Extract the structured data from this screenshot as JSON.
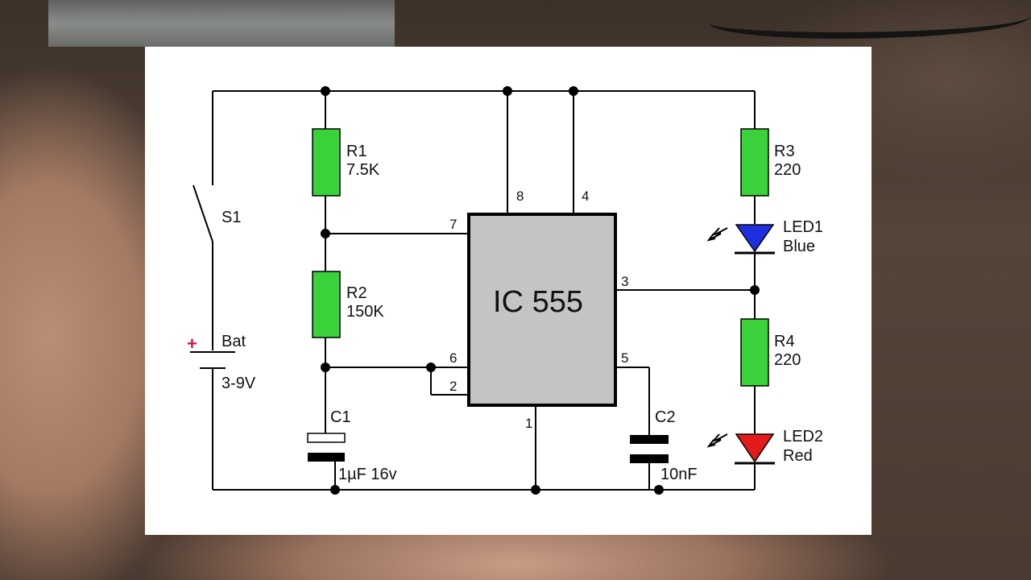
{
  "ic": {
    "label": "IC 555",
    "pins": {
      "p8": "8",
      "p4": "4",
      "p7": "7",
      "p6": "6",
      "p2": "2",
      "p1": "1",
      "p3": "3",
      "p5": "5"
    }
  },
  "resistors": [
    {
      "name": "R1",
      "value": "7.5K"
    },
    {
      "name": "R2",
      "value": "150K"
    },
    {
      "name": "R3",
      "value": "220"
    },
    {
      "name": "R4",
      "value": "220"
    }
  ],
  "capacitors": [
    {
      "name": "C1",
      "value": "1µF 16v"
    },
    {
      "name": "C2",
      "value": "10nF"
    }
  ],
  "leds": [
    {
      "name": "LED1",
      "color_label": "Blue",
      "color": "#1f2fe0"
    },
    {
      "name": "LED2",
      "color_label": "Red",
      "color": "#e31b1b"
    }
  ],
  "switch": {
    "name": "S1"
  },
  "battery": {
    "name": "Bat",
    "voltage": "3-9V",
    "polarity": "+"
  },
  "colors": {
    "resistor": "#3ad13a",
    "ic_body": "#c4c4c4",
    "wire": "#000000",
    "plus": "#d21a3a"
  }
}
